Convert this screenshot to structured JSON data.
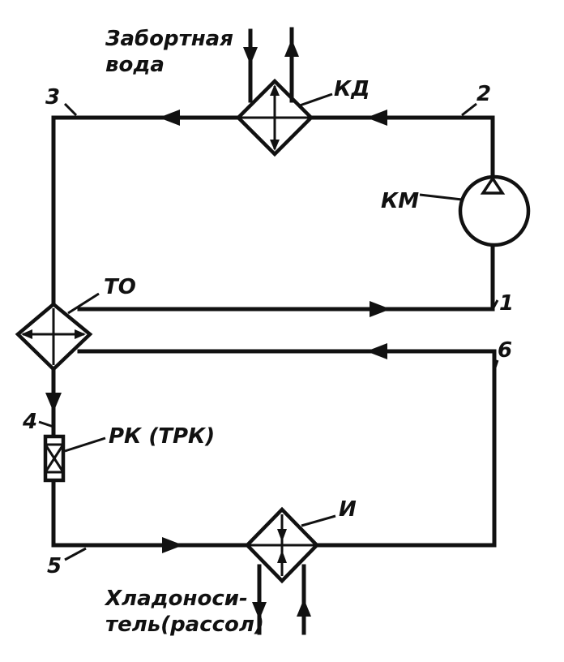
{
  "labels": {
    "seawater_line1": "Забортная",
    "seawater_line2": "вода",
    "condenser": "КД",
    "compressor": "КМ",
    "heat_exchanger": "ТО",
    "regulating_valve": "РК (ТРК)",
    "evaporator": "И",
    "coolant_line1": "Хладоноси-",
    "coolant_line2": "тель(рассол)"
  },
  "points": {
    "p1": "1",
    "p2": "2",
    "p3": "3",
    "p4": "4",
    "p5": "5",
    "p6": "6"
  }
}
